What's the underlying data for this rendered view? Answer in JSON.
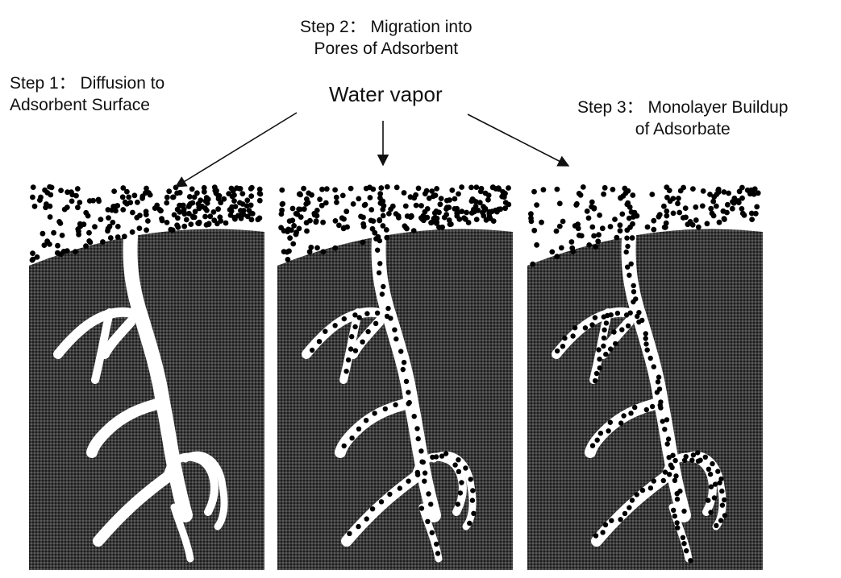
{
  "center_label": "Water vapor",
  "steps": [
    {
      "line1": "Step 1： Diffusion to",
      "line2": "Adsorbent Surface"
    },
    {
      "line1": "Step 2： Migration into",
      "line2": "Pores of Adsorbent"
    },
    {
      "line1": "Step 3： Monolayer Buildup",
      "line2": "of Adsorbate"
    }
  ],
  "colors": {
    "adsorbent": "#343434",
    "pore": "#ffffff",
    "vapor": "#000000"
  }
}
